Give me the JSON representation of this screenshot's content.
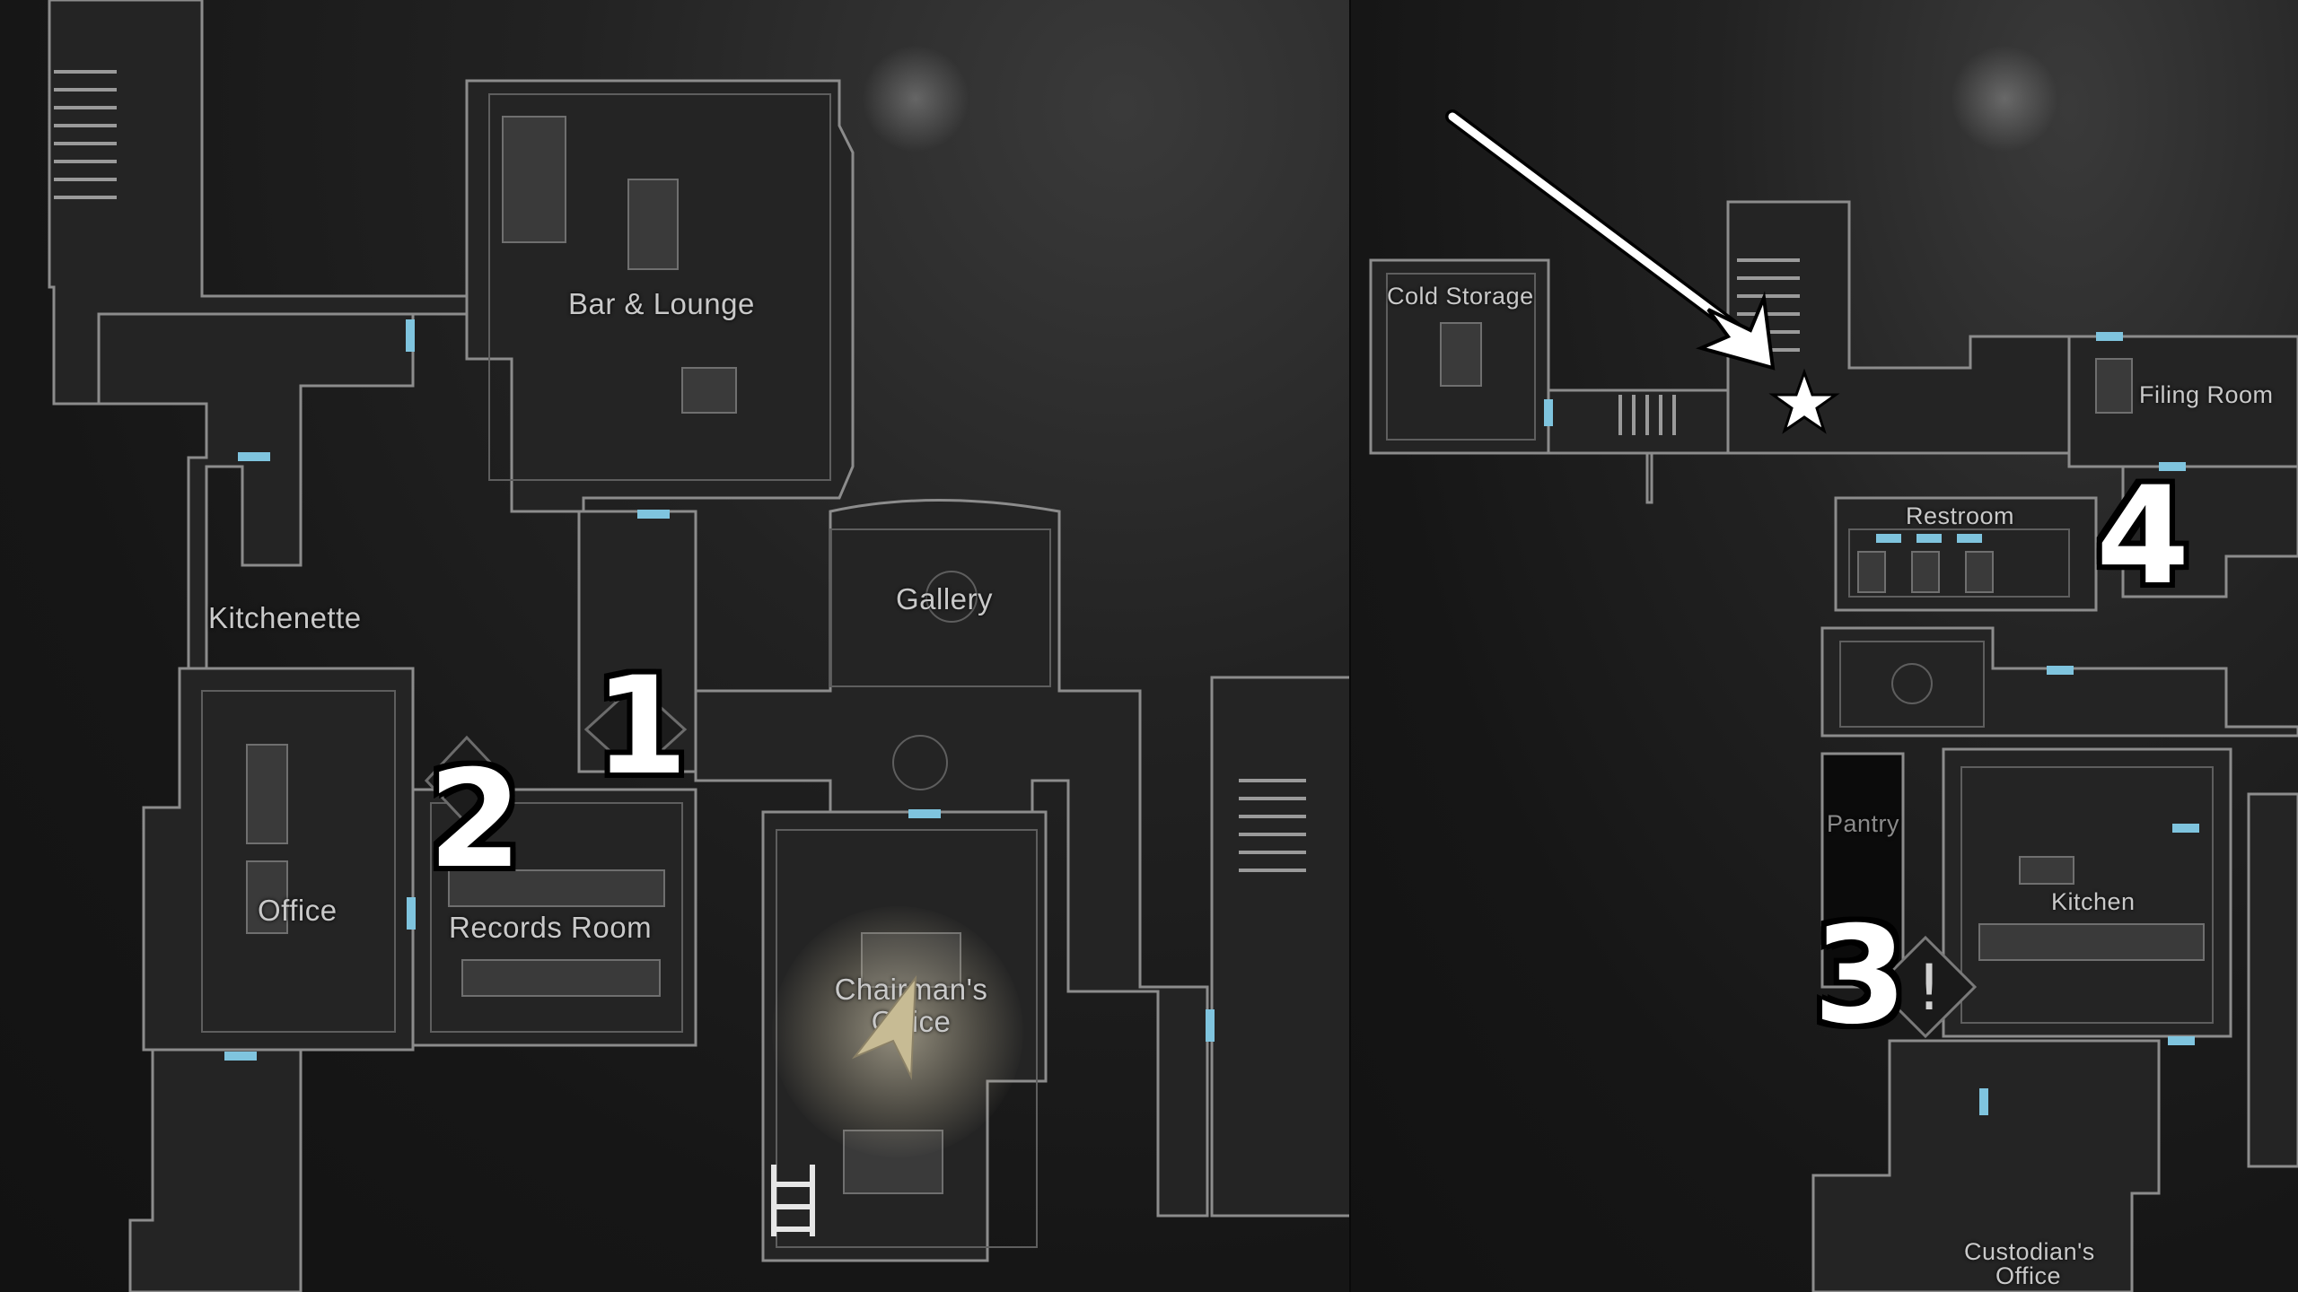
{
  "left_map": {
    "rooms": [
      {
        "key": "bar",
        "label": "Bar & Lounge"
      },
      {
        "key": "kitchenette",
        "label": "Kitchenette"
      },
      {
        "key": "gallery",
        "label": "Gallery"
      },
      {
        "key": "office",
        "label": "Office"
      },
      {
        "key": "records",
        "label": "Records Room"
      },
      {
        "key": "chairman",
        "label": "Chairman's Office"
      }
    ],
    "markers": [
      {
        "label": "1"
      },
      {
        "label": "2"
      }
    ],
    "player_icon": "player-arrow-icon",
    "ladder_icon": "ladder-icon"
  },
  "right_map": {
    "rooms": [
      {
        "key": "cold",
        "label": "Cold Storage"
      },
      {
        "key": "filing",
        "label": "Filing Room"
      },
      {
        "key": "restroom",
        "label": "Restroom"
      },
      {
        "key": "pantry",
        "label": "Pantry"
      },
      {
        "key": "kitchen",
        "label": "Kitchen"
      },
      {
        "key": "custodian_1",
        "label": "Custodian's"
      },
      {
        "key": "custodian_2",
        "label": "Office"
      }
    ],
    "markers": [
      {
        "label": "3"
      },
      {
        "label": "4"
      }
    ],
    "alert_icon": "alert-diamond-icon",
    "star_icon": "star-icon",
    "pointer_icon": "arrow-pointer-icon",
    "alert_glyph": "!"
  },
  "colors": {
    "wall": "#8c8c8c",
    "door": "#7fc4de",
    "room_fill": "#262626",
    "marker": "#ffffff"
  }
}
